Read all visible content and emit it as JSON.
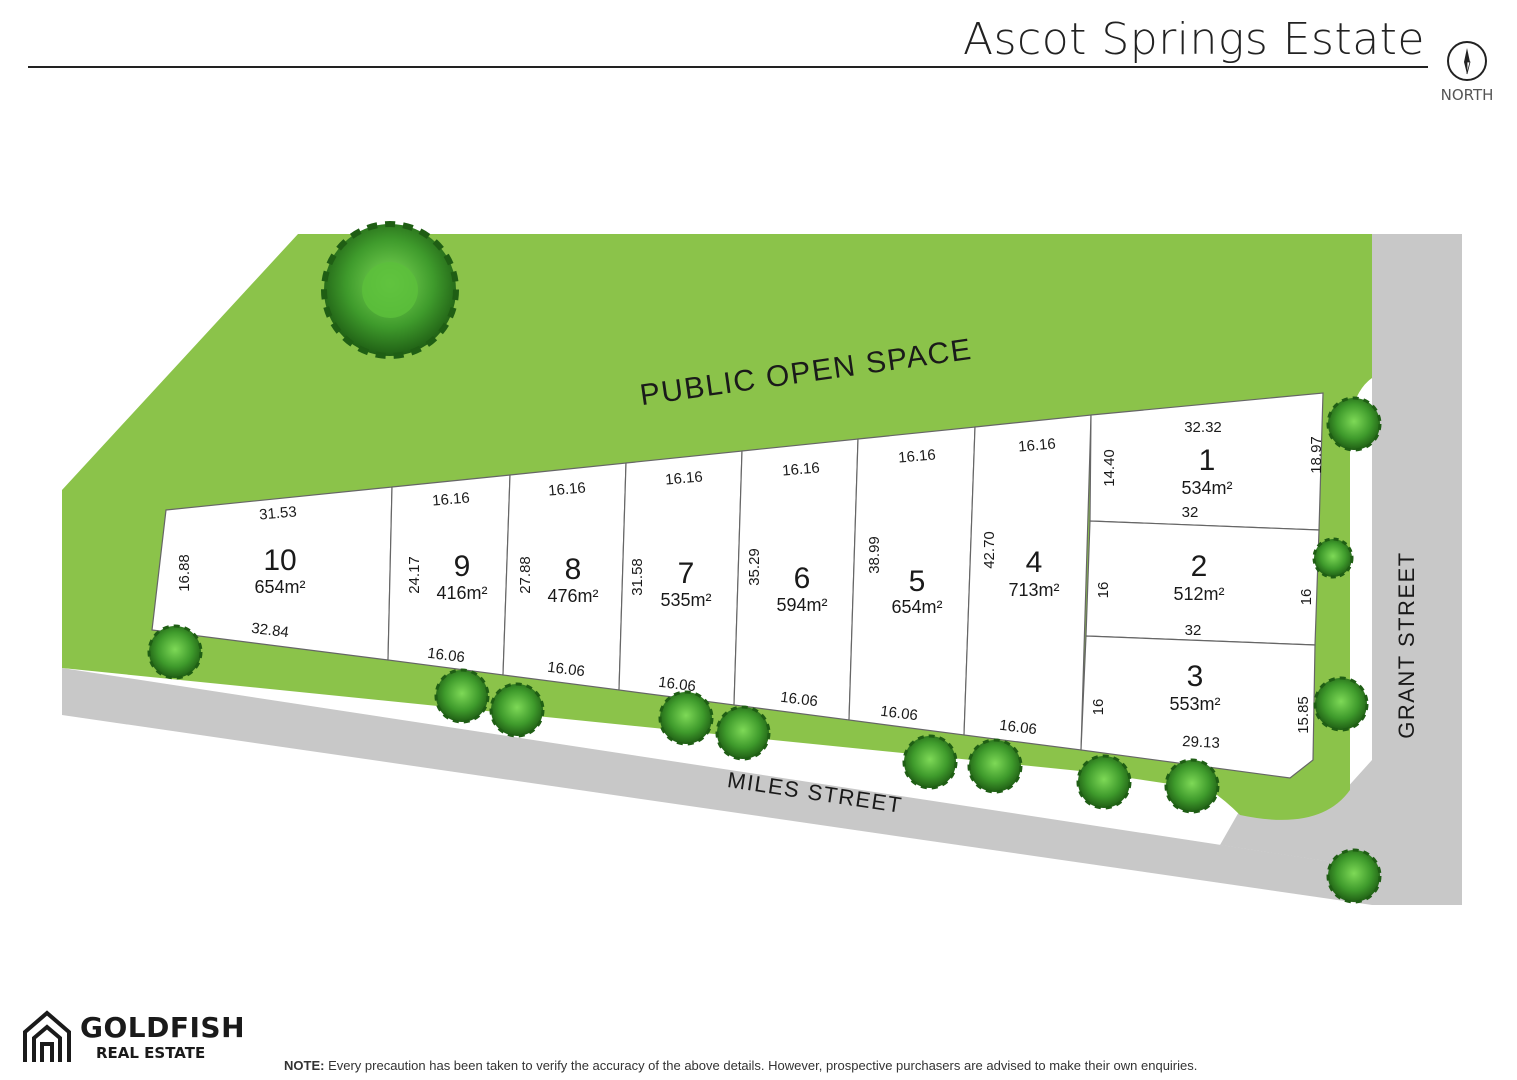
{
  "header": {
    "title": "Ascot Springs Estate",
    "north_label": "NORTH"
  },
  "map": {
    "open_space_label": "PUBLIC OPEN SPACE",
    "streets": {
      "miles": "MILES STREET",
      "grant": "GRANT STREET"
    },
    "colors": {
      "grass": "#8bc34a",
      "road": "#c8c8c8",
      "lot": "#ffffff",
      "tree": "#3f9b2c"
    },
    "lots": [
      {
        "number": "1",
        "area": "534m²"
      },
      {
        "number": "2",
        "area": "512m²"
      },
      {
        "number": "3",
        "area": "553m²"
      },
      {
        "number": "4",
        "area": "713m²"
      },
      {
        "number": "5",
        "area": "654m²"
      },
      {
        "number": "6",
        "area": "594m²"
      },
      {
        "number": "7",
        "area": "535m²"
      },
      {
        "number": "8",
        "area": "476m²"
      },
      {
        "number": "9",
        "area": "416m²"
      },
      {
        "number": "10",
        "area": "654m²"
      }
    ],
    "dimensions": {
      "lot10": [
        "31.53",
        "16.88",
        "32.84"
      ],
      "lot9": [
        "16.16",
        "24.17",
        "16.06"
      ],
      "lot8": [
        "16.16",
        "27.88",
        "16.06"
      ],
      "lot7": [
        "16.16",
        "31.58",
        "16.06"
      ],
      "lot6": [
        "16.16",
        "35.29",
        "16.06"
      ],
      "lot5": [
        "16.16",
        "38.99",
        "16.06"
      ],
      "lot4": [
        "16.16",
        "42.70",
        "16.06"
      ],
      "lot1": [
        "32.32",
        "14.40",
        "18.97",
        "32"
      ],
      "lot2": [
        "16",
        "16",
        "32"
      ],
      "lot3": [
        "16",
        "15.85",
        "29.13"
      ]
    }
  },
  "footer": {
    "logo_name": "GOLDFISH",
    "logo_sub": "REAL ESTATE",
    "note_label": "NOTE:",
    "note_text": " Every precaution has been taken to verify the accuracy of the above details. However, prospective purchasers are advised to make their own enquiries."
  }
}
